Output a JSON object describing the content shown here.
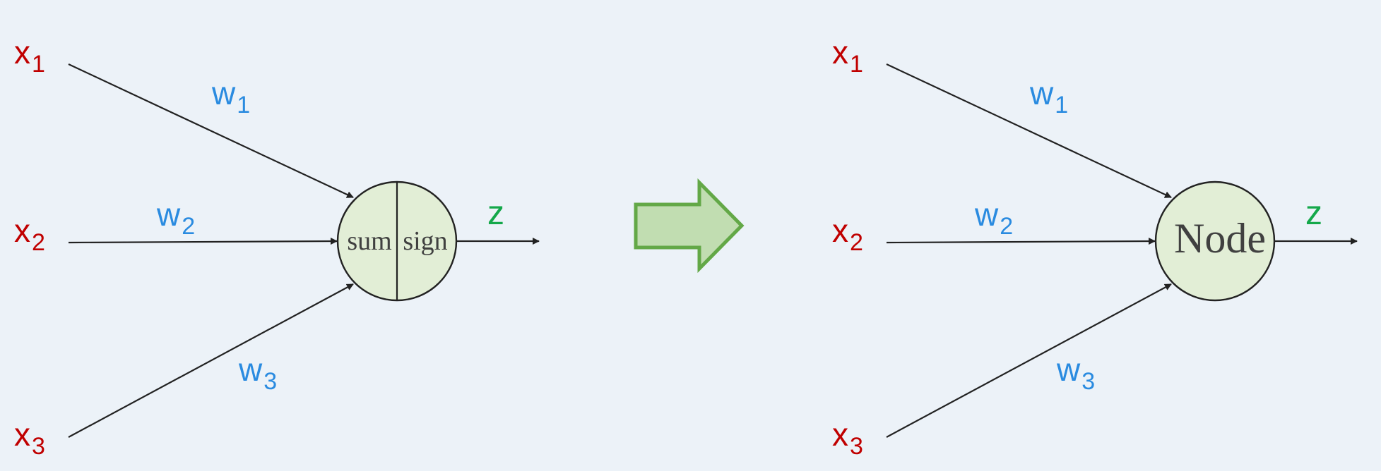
{
  "left_diagram": {
    "inputs": [
      {
        "base": "x",
        "sub": "1"
      },
      {
        "base": "x",
        "sub": "2"
      },
      {
        "base": "x",
        "sub": "3"
      }
    ],
    "weights": [
      {
        "base": "w",
        "sub": "1"
      },
      {
        "base": "w",
        "sub": "2"
      },
      {
        "base": "w",
        "sub": "3"
      }
    ],
    "node_left_label": "sum",
    "node_right_label": "sign",
    "output_label": "z"
  },
  "right_diagram": {
    "inputs": [
      {
        "base": "x",
        "sub": "1"
      },
      {
        "base": "x",
        "sub": "2"
      },
      {
        "base": "x",
        "sub": "3"
      }
    ],
    "weights": [
      {
        "base": "w",
        "sub": "1"
      },
      {
        "base": "w",
        "sub": "2"
      },
      {
        "base": "w",
        "sub": "3"
      }
    ],
    "node_label": "Node",
    "output_label": "z"
  },
  "colors": {
    "input_label": "#c00000",
    "weight_label": "#2a8be0",
    "output_label": "#14a84a",
    "node_fill": "#e2eed6",
    "arrow_fill": "#c1ddb1",
    "arrow_stroke": "#63a847",
    "background": "#ecf2f8"
  }
}
